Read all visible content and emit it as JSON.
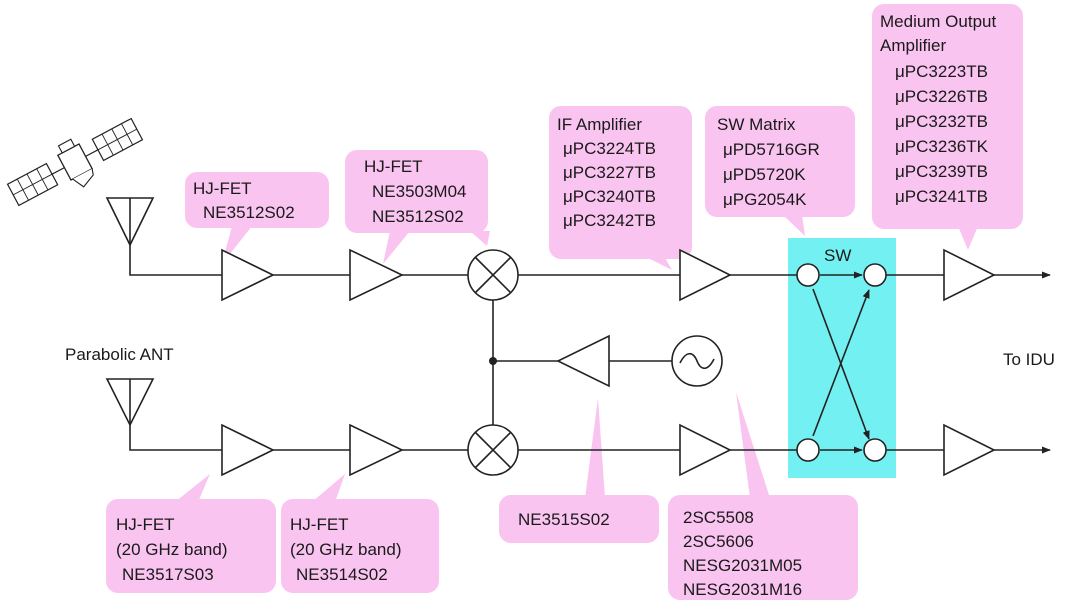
{
  "labels": {
    "sw": "SW",
    "parabolic_ant": "Parabolic ANT",
    "to_idu": "To IDU"
  },
  "callouts": {
    "hjfet_top1": [
      "HJ-FET",
      "NE3512S02"
    ],
    "hjfet_top2": [
      "HJ-FET",
      "NE3503M04",
      "NE3512S02"
    ],
    "if_amp": [
      "IF Amplifier",
      "μPC3224TB",
      "μPC3227TB",
      "μPC3240TB",
      "μPC3242TB"
    ],
    "sw_matrix": [
      "SW Matrix",
      "μPD5716GR",
      "μPD5720K",
      "μPG2054K"
    ],
    "medium_output": [
      "Medium Output",
      "Amplifier",
      "μPC3223TB",
      "μPC3226TB",
      "μPC3232TB",
      "μPC3236TK",
      "μPC3239TB",
      "μPC3241TB"
    ],
    "hjfet_bot1": [
      "HJ-FET",
      "(20 GHz band)",
      "NE3517S03"
    ],
    "hjfet_bot2": [
      "HJ-FET",
      "(20 GHz band)",
      "NE3514S02"
    ],
    "lo_amp": [
      "NE3515S02"
    ],
    "osc": [
      "2SC5508",
      "2SC5606",
      "NESG2031M05",
      "NESG2031M16"
    ]
  },
  "colors": {
    "callout_fill": "#f9c4f0",
    "switch_fill": "#73f0f2",
    "line": "#222222"
  },
  "icons": {
    "satellite": "satellite-icon",
    "antenna": "antenna-icon",
    "mixer": "mixer-icon",
    "oscillator": "oscillator-icon"
  }
}
